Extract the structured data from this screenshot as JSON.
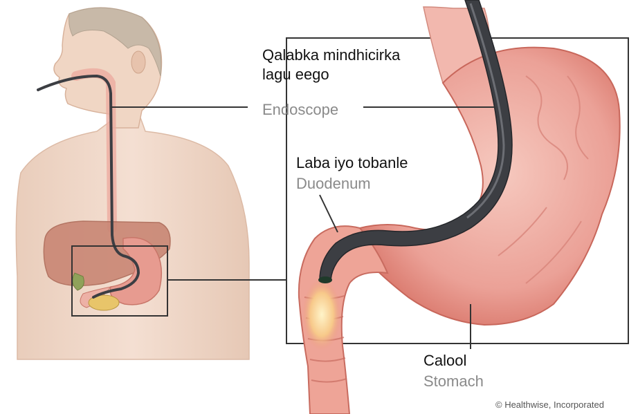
{
  "labels": {
    "endoscope": {
      "line1": "Qalabka mindhicirka",
      "line2": "lagu eego",
      "english": "Endoscope"
    },
    "duodenum": {
      "somali": "Laba iyo tobanle",
      "english": "Duodenum"
    },
    "stomach": {
      "somali": "Calool",
      "english": "Stomach"
    }
  },
  "credit": "© Healthwise, Incorporated",
  "colors": {
    "skin": "#f2dccd",
    "organ": "#e79a8f",
    "tissue_light": "#f5c7bd",
    "liver": "#c97d6a",
    "scope": "#3c3e43",
    "frame": "#333333",
    "leader": "#333333"
  }
}
